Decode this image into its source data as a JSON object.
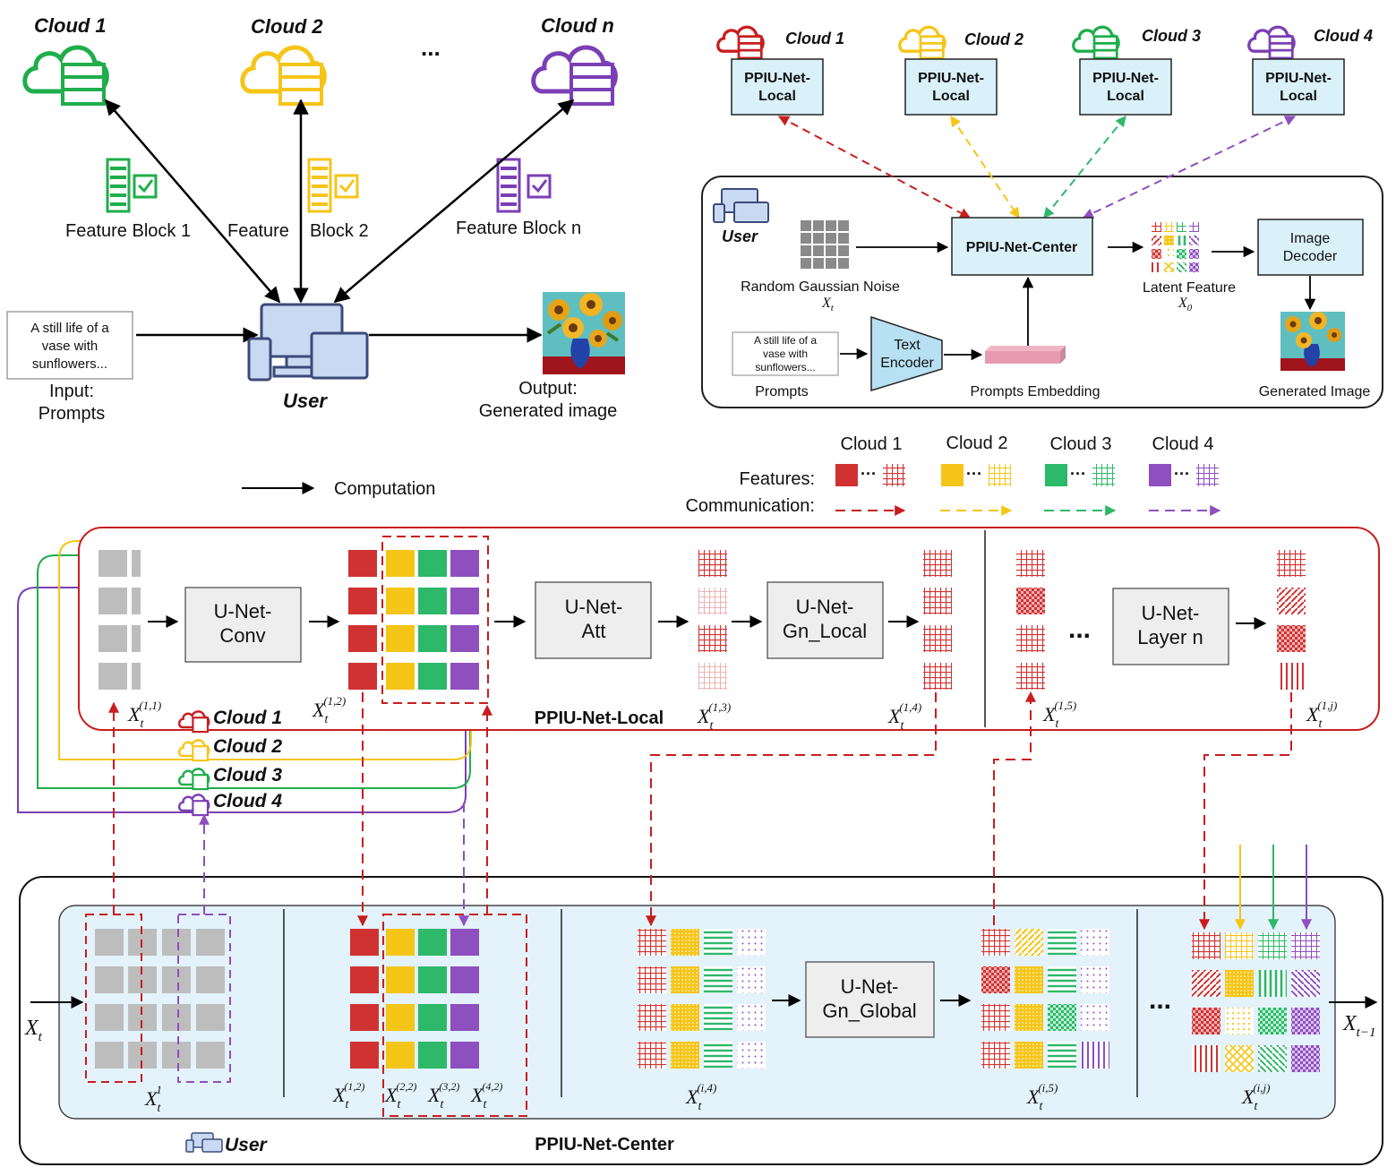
{
  "top_left": {
    "cloud_labels": [
      "Cloud 1",
      "Cloud 2",
      "Cloud n"
    ],
    "ellipsis": "...",
    "feature_block_1": "Feature Block 1",
    "feature_word": "Feature",
    "block_2": "Block 2",
    "feature_block_n": "Feature Block n",
    "prompt_text": [
      "A still life of a",
      "vase with",
      "sunflowers..."
    ],
    "input_label": [
      "Input:",
      "Prompts"
    ],
    "user_label": "User",
    "output_label": [
      "Output:",
      "Generated image"
    ]
  },
  "top_right": {
    "cloud_labels": [
      "Cloud 1",
      "Cloud 2",
      "Cloud 3",
      "Cloud 4"
    ],
    "local_box": [
      "PPIU-Net-",
      "Local"
    ],
    "user_label": "User",
    "noise_label": "Random Gaussian Noise",
    "noise_var": "Xt",
    "center_box": "PPIU-Net-Center",
    "latent_label": "Latent Feature",
    "latent_var": "X0",
    "decoder": [
      "Image",
      "Decoder"
    ],
    "generated_image": "Generated Image",
    "prompt_text": [
      "A still life of a",
      "vase with",
      "sunflowers..."
    ],
    "prompts_label": "Prompts",
    "text_encoder": [
      "Text",
      "Encoder"
    ],
    "embedding_label": "Prompts Embedding"
  },
  "legend": {
    "computation": "Computation",
    "features": "Features:",
    "communication": "Communication:",
    "clouds": [
      "Cloud 1",
      "Cloud 2",
      "Cloud 3",
      "Cloud 4"
    ],
    "colors": [
      "#d03232",
      "#f5c518",
      "#2db86a",
      "#8e4fbf"
    ]
  },
  "local_panel": {
    "title": "PPIU-Net-Local",
    "conv": [
      "U-Net-",
      "Conv"
    ],
    "att": [
      "U-Net-",
      "Att"
    ],
    "gn_local": [
      "U-Net-",
      "Gn_Local"
    ],
    "layer_n": [
      "U-Net-",
      "Layer n"
    ],
    "ellipsis": "...",
    "clouds": [
      "Cloud 1",
      "Cloud 2",
      "Cloud 3",
      "Cloud 4"
    ],
    "var_labels": [
      {
        "base": "X",
        "sub": "t",
        "sup": "(1,1)"
      },
      {
        "base": "X",
        "sub": "t",
        "sup": "(1,2)"
      },
      {
        "base": "X",
        "sub": "t",
        "sup": "(1,3)"
      },
      {
        "base": "X",
        "sub": "t",
        "sup": "(1,4)"
      },
      {
        "base": "X",
        "sub": "t",
        "sup": "(1,5)"
      },
      {
        "base": "X",
        "sub": "t",
        "sup": "(1,j)"
      }
    ]
  },
  "center_panel": {
    "title": "PPIU-Net-Center",
    "user_label": "User",
    "gn_global": [
      "U-Net-",
      "Gn_Global"
    ],
    "ellipsis": "...",
    "input_var": {
      "base": "X",
      "sub": "t"
    },
    "output_var": {
      "base": "X",
      "sub": "t−1"
    },
    "var_labels": [
      {
        "base": "X",
        "sub": "t",
        "sup": "1"
      },
      {
        "base": "X",
        "sub": "t",
        "sup": "(1,2)"
      },
      {
        "base": "X",
        "sub": "t",
        "sup": "(2,2)"
      },
      {
        "base": "X",
        "sub": "t",
        "sup": "(3,2)"
      },
      {
        "base": "X",
        "sub": "t",
        "sup": "(4,2)"
      },
      {
        "base": "X",
        "sub": "t",
        "sup": "(i,4)"
      },
      {
        "base": "X",
        "sub": "t",
        "sup": "(i,5)"
      },
      {
        "base": "X",
        "sub": "t",
        "sup": "(i,j)"
      }
    ]
  }
}
